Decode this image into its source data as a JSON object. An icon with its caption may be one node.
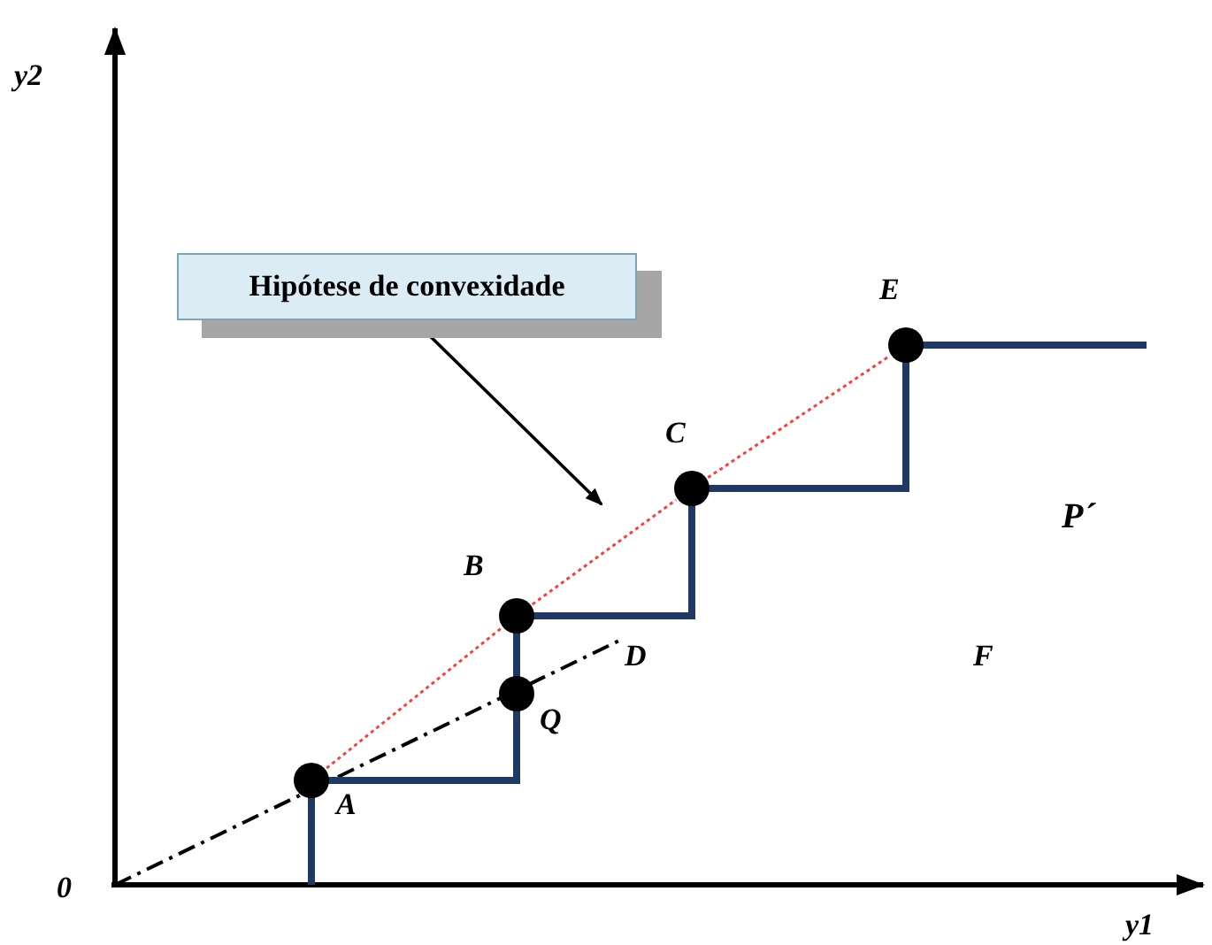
{
  "diagram": {
    "nodes": [
      {
        "text": [
          "Hipótese de convexidade"
        ]
      },
      {
        "text": [],
        "shape": "line"
      }
    ],
    "edges": [
      {
        "from": 0,
        "to": 1,
        "arrow": "to"
      }
    ],
    "labels": [
      "y2",
      "E",
      "C",
      "P´",
      "B",
      "D",
      "F",
      "Q",
      "A",
      "0",
      "y1"
    ]
  }
}
